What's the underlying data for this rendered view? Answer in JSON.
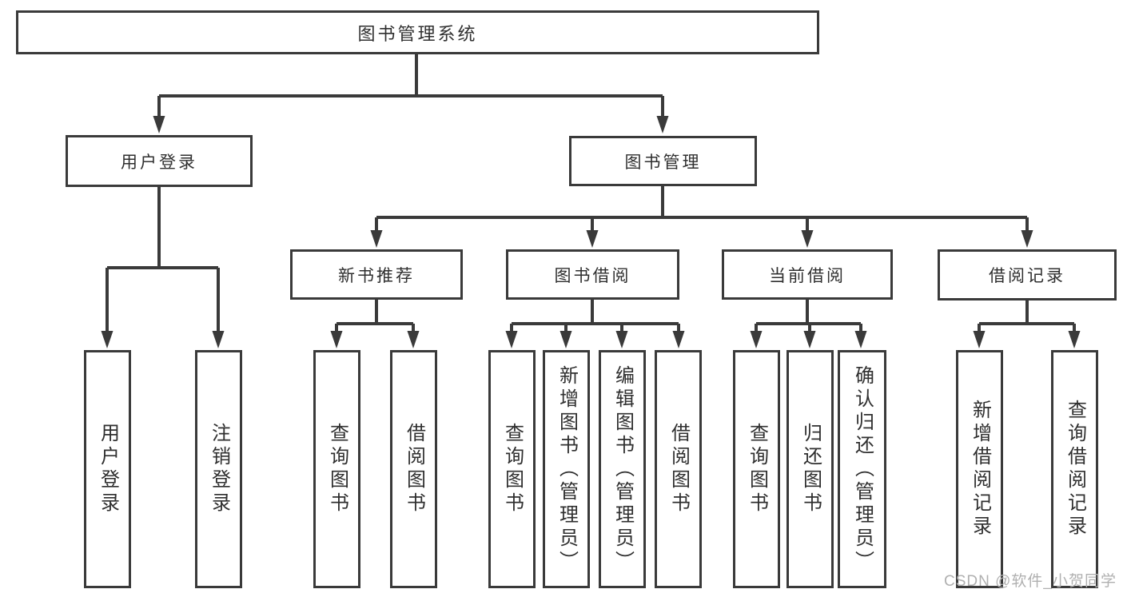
{
  "diagram": {
    "title": "图书管理系统",
    "tree": {
      "label": "图书管理系统",
      "children": [
        {
          "label": "用户登录",
          "children": [
            {
              "label": "用户登录"
            },
            {
              "label": "注销登录"
            }
          ]
        },
        {
          "label": "图书管理",
          "children": [
            {
              "label": "新书推荐",
              "children": [
                {
                  "label": "查询图书"
                },
                {
                  "label": "借阅图书"
                }
              ]
            },
            {
              "label": "图书借阅",
              "children": [
                {
                  "label": "查询图书"
                },
                {
                  "label": "新增图书（管理员）"
                },
                {
                  "label": "编辑图书（管理员）"
                },
                {
                  "label": "借阅图书"
                }
              ]
            },
            {
              "label": "当前借阅",
              "children": [
                {
                  "label": "查询图书"
                },
                {
                  "label": "归还图书"
                },
                {
                  "label": "确认归还（管理员）"
                }
              ]
            },
            {
              "label": "借阅记录",
              "children": [
                {
                  "label": "新增借阅记录"
                },
                {
                  "label": "查询借阅记录"
                }
              ]
            }
          ]
        }
      ]
    }
  },
  "watermark": {
    "text": "CSDN @软件_小贺同学"
  },
  "colors": {
    "line": "#3a3a3a",
    "text": "#2f2f2f",
    "background": "#ffffff",
    "watermark": "#b0b0b0"
  }
}
